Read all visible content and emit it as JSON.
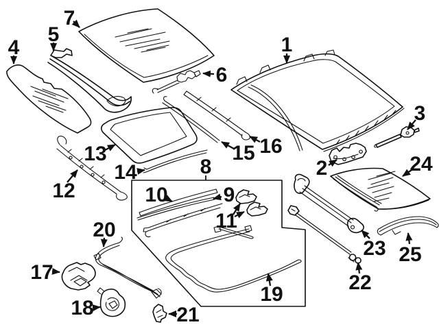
{
  "diagram": {
    "background_color": "#ffffff",
    "line_color": "#111111",
    "callouts": {
      "c1": "1",
      "c2": "2",
      "c3": "3",
      "c4": "4",
      "c5": "5",
      "c6": "6",
      "c7": "7",
      "c8": "8",
      "c9": "9",
      "c10": "10",
      "c11": "11",
      "c12": "12",
      "c13": "13",
      "c14": "14",
      "c15": "15",
      "c16": "16",
      "c17": "17",
      "c18": "18",
      "c19": "19",
      "c20": "20",
      "c21": "21",
      "c22": "22",
      "c23": "23",
      "c24": "24",
      "c25": "25"
    }
  }
}
